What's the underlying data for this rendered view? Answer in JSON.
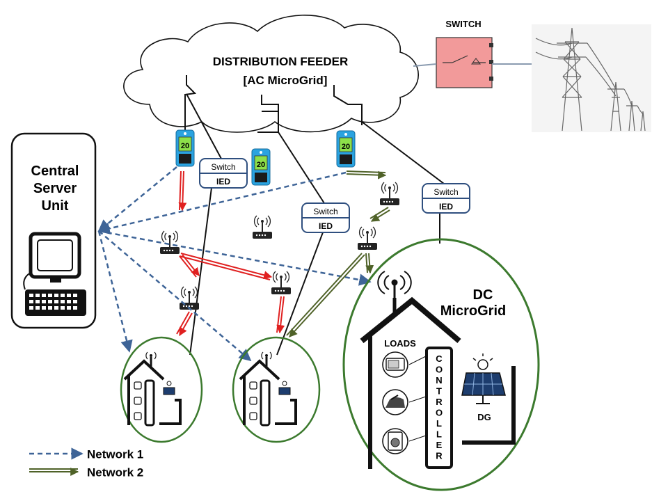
{
  "feeder": {
    "title_line1": "DISTRIBUTION FEEDER",
    "title_line2": "[AC MicroGrid]"
  },
  "switch_box": {
    "label": "SWITCH"
  },
  "server": {
    "line1": "Central",
    "line2": "Server",
    "line3": "Unit"
  },
  "ied_boxes": [
    {
      "top": "Switch",
      "bottom": "IED"
    },
    {
      "top": "Switch",
      "bottom": "IED"
    },
    {
      "top": "Switch",
      "bottom": "IED"
    }
  ],
  "dc_microgrid": {
    "title_line1": "DC",
    "title_line2": "MicroGrid",
    "loads_label": "LOADS",
    "controller_letters": [
      "C",
      "O",
      "N",
      "T",
      "R",
      "O",
      "L",
      "L",
      "E",
      "R"
    ],
    "dg_label": "DG"
  },
  "legend": {
    "network1": "Network 1",
    "network2": "Network 2"
  },
  "meter_reading": "20",
  "colors": {
    "network1": "#3e6497",
    "network2": "#4f6228",
    "red_link": "#e02020",
    "ellipse_border": "#3c7a2e",
    "ied_border": "#2f4f7f",
    "switch_fill": "#f29a9a",
    "meter_body": "#2aa3e0",
    "meter_screen": "#8de04a"
  },
  "icons": [
    "cloud-icon",
    "smart-meter-icon",
    "router-icon",
    "house-icon",
    "computer-icon",
    "solar-panel-icon",
    "microwave-icon",
    "iron-icon",
    "washing-machine-icon",
    "transmission-tower-icon"
  ]
}
